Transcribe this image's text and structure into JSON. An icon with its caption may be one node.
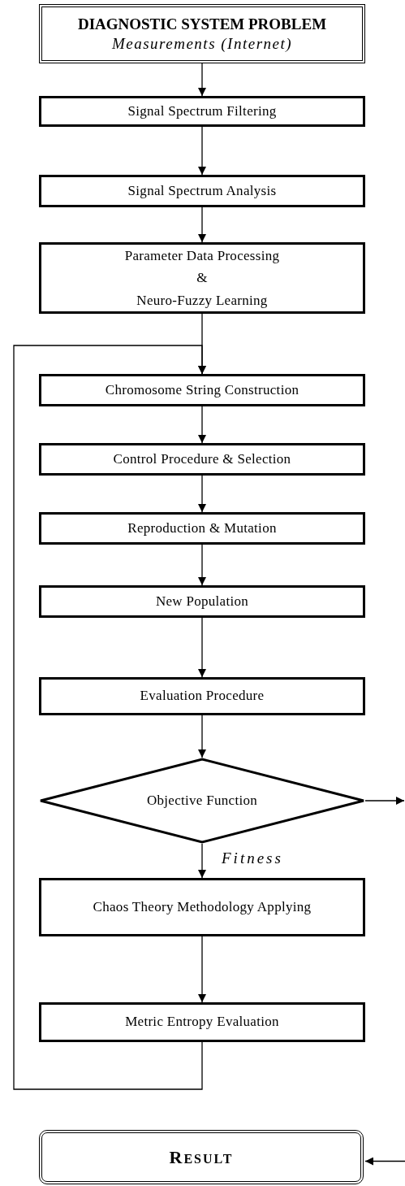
{
  "diagram": {
    "nodes": [
      {
        "text": [
          "DIAGNOSTIC SYSTEM PROBLEM",
          "Measurements (Internet)"
        ]
      },
      {
        "text": [
          "Signal Spectrum Filtering"
        ]
      },
      {
        "text": [
          "Signal Spectrum Analysis"
        ]
      },
      {
        "text": [
          "Parameter Data Processing",
          "&",
          "Neuro-Fuzzy Learning"
        ]
      },
      {
        "text": [
          "Chromosome String Construction"
        ]
      },
      {
        "text": [
          "Control Procedure & Selection"
        ]
      },
      {
        "text": [
          "Reproduction & Mutation"
        ]
      },
      {
        "text": [
          "New Population"
        ]
      },
      {
        "text": [
          "Evaluation Procedure"
        ]
      },
      {
        "text": [
          "Objective Function"
        ]
      },
      {
        "text": [
          "Chaos Theory Methodology Applying"
        ]
      },
      {
        "text": [
          "Metric Entropy Evaluation"
        ]
      },
      {
        "text": [
          "RESULT"
        ]
      }
    ],
    "edges": [
      {
        "from": 0,
        "to": 1,
        "arrow": "to"
      },
      {
        "from": 1,
        "to": 2,
        "arrow": "to"
      },
      {
        "from": 2,
        "to": 3,
        "arrow": "to"
      },
      {
        "from": 3,
        "to": 4,
        "arrow": "to"
      },
      {
        "from": 4,
        "to": 5,
        "arrow": "to"
      },
      {
        "from": 5,
        "to": 6,
        "arrow": "to"
      },
      {
        "from": 6,
        "to": 7,
        "arrow": "to"
      },
      {
        "from": 7,
        "to": 8,
        "arrow": "to"
      },
      {
        "from": 8,
        "to": 9,
        "arrow": "to"
      },
      {
        "from": 9,
        "to": 10,
        "arrow": "to",
        "label": "Fitness"
      },
      {
        "from": 10,
        "to": 11,
        "arrow": "to"
      },
      {
        "from": 11,
        "to": 4,
        "arrow": "to"
      },
      {
        "from": 9,
        "to": null,
        "arrow": "to"
      },
      {
        "from": null,
        "to": 12,
        "arrow": "to"
      }
    ]
  }
}
